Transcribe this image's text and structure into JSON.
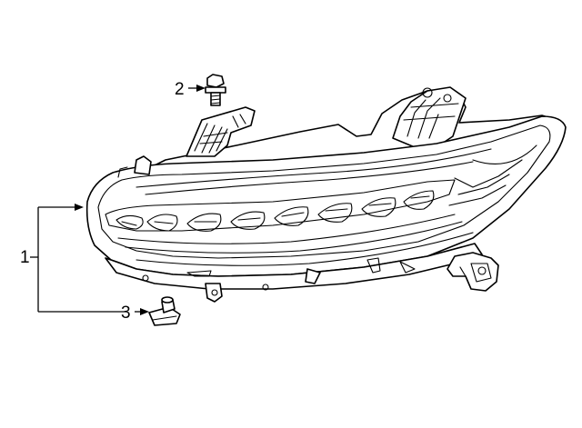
{
  "diagram": {
    "callouts": [
      {
        "id": "1",
        "label": "1",
        "part": "headlamp-assembly"
      },
      {
        "id": "2",
        "label": "2",
        "part": "mounting-bolt"
      },
      {
        "id": "3",
        "label": "3",
        "part": "clip-nut"
      }
    ],
    "colors": {
      "line": "#000000",
      "background": "#ffffff"
    }
  }
}
